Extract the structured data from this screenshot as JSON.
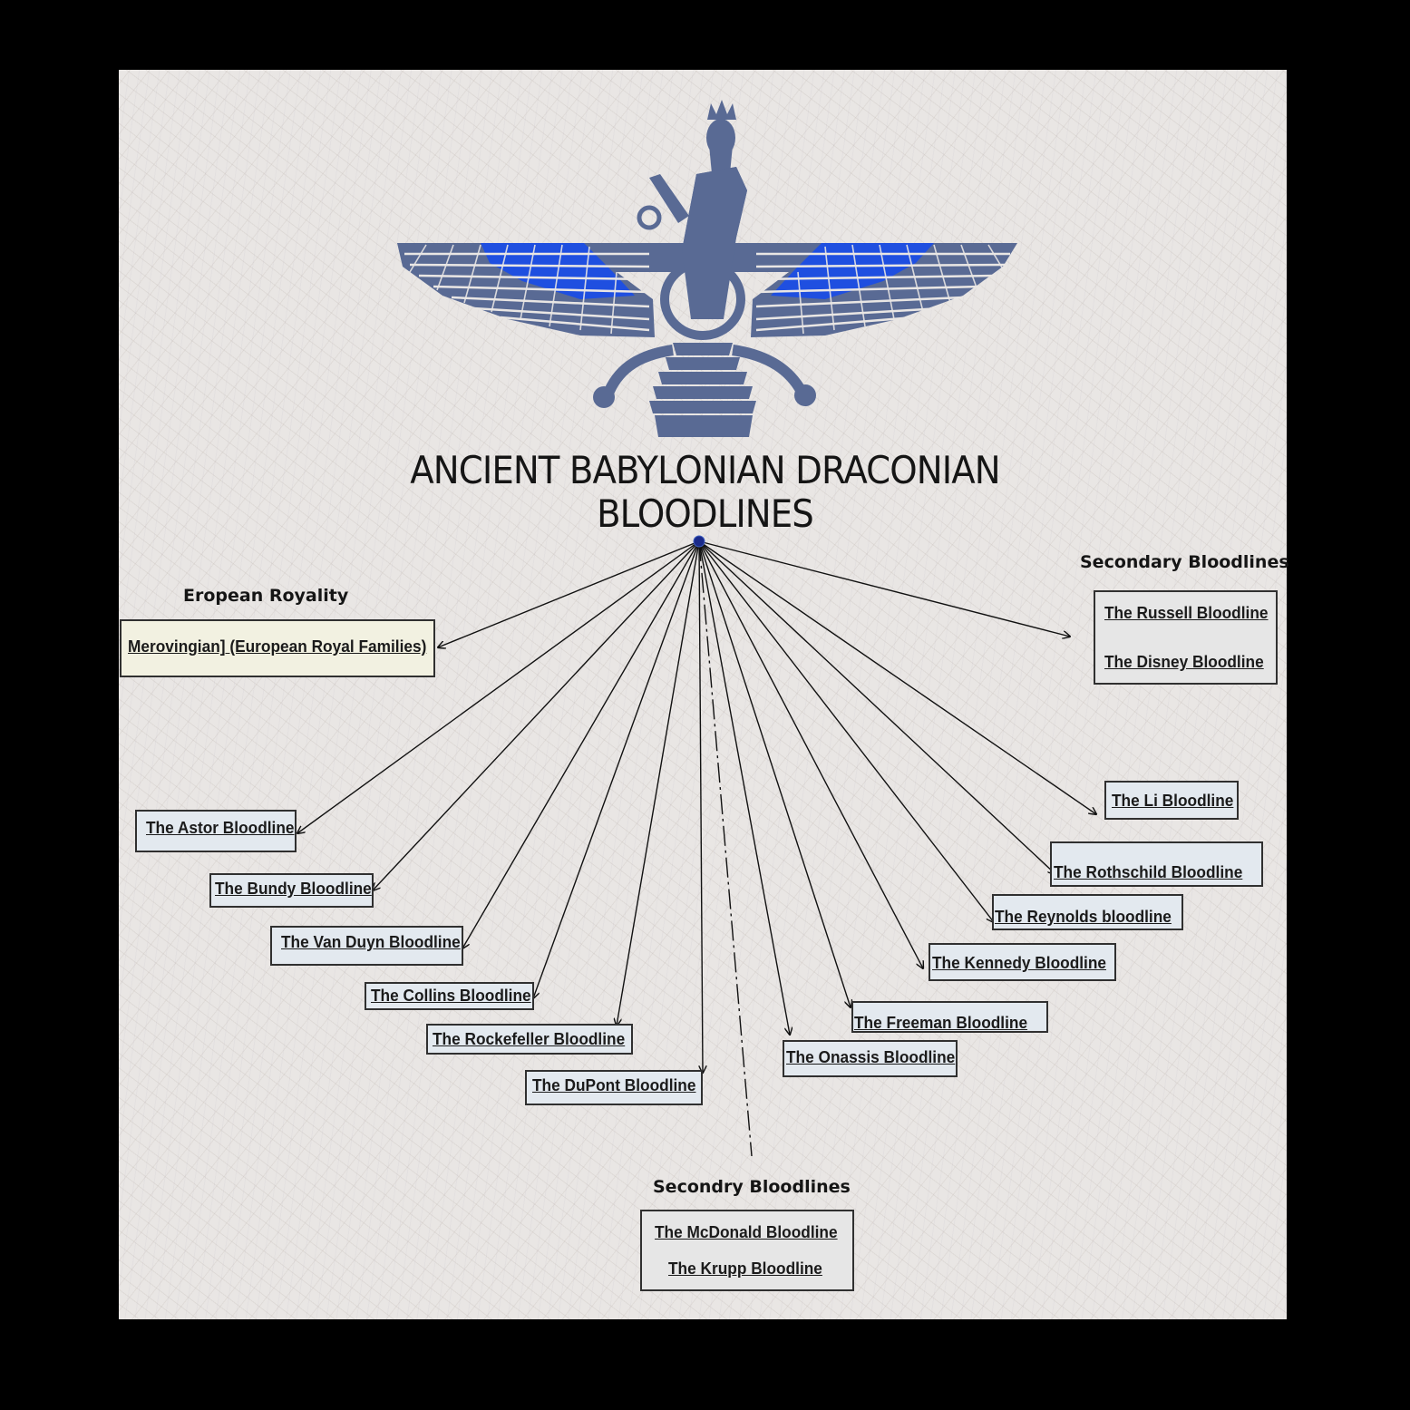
{
  "title": {
    "line1": "ANCIENT BABYLONIAN DRACONIAN",
    "line2": "BLOODLINES"
  },
  "emblem": {
    "icon": "faravahar-winged-figure-icon",
    "colors": {
      "body": "#596a94",
      "wing_accent": "#1f4fe0"
    }
  },
  "groups": {
    "european_royalty": {
      "heading": "Eropean Royality",
      "link": "Merovingian]",
      "note": " (European Royal Families)"
    },
    "secondary_right": {
      "heading": "Secondary Bloodlines",
      "items": [
        "The Russell Bloodline",
        "The Disney Bloodline"
      ]
    },
    "secondary_bottom": {
      "heading": "Secondry Bloodlines",
      "items": [
        "The McDonald Bloodline",
        "The Krupp Bloodline"
      ]
    }
  },
  "bloodlines": {
    "astor": "The Astor Bloodline",
    "bundy": "The Bundy Bloodline",
    "van_duyn": "The Van Duyn Bloodline",
    "collins": "The Collins Bloodline",
    "rockefeller": "The Rockefeller Bloodline",
    "dupont": "The DuPont Bloodline",
    "onassis": "The Onassis Bloodline",
    "freeman": "The Freeman Bloodline",
    "kennedy": "The Kennedy Bloodline",
    "reynolds": "The Reynolds bloodline",
    "rothschild": "The Rothschild Bloodline",
    "li": "The Li Bloodline"
  }
}
